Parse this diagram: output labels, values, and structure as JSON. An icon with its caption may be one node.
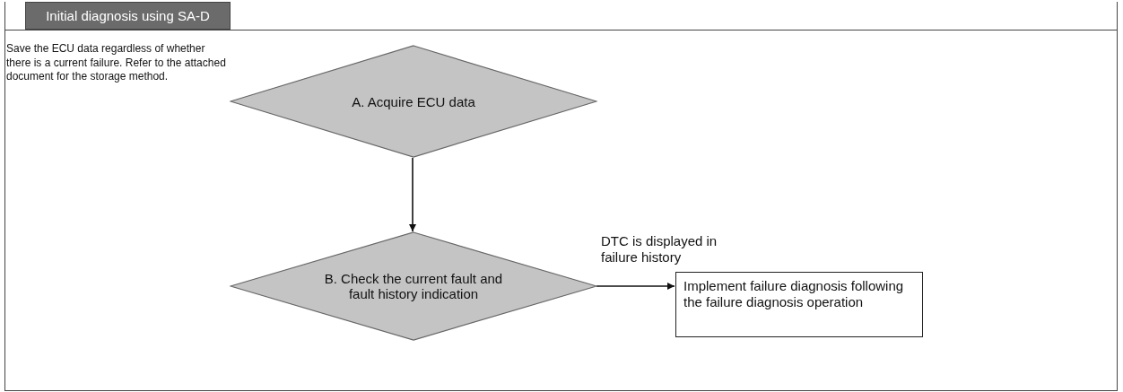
{
  "diagram": {
    "nodes": [
      {
        "text": [
          "Initial diagnosis using SA-D"
        ]
      },
      {
        "text": [
          "A. Acquire ECU data"
        ],
        "in": 0,
        "beside": [
          "Save the ECU data regardless of whether there is a current failure. Refer to the attached document for the storage method."
        ]
      },
      {
        "text": [
          "B. Check the current fault and fault history indication"
        ],
        "in": 0
      },
      {
        "text": [
          "Implement failure diagnosis following the failure diagnosis operation"
        ],
        "in": 0
      }
    ],
    "edges": [
      {
        "from": 1,
        "to": 2,
        "arrow": "to"
      },
      {
        "from": 2,
        "to": 3,
        "arrow": "to",
        "label": "DTC is displayed in failure history"
      }
    ]
  }
}
